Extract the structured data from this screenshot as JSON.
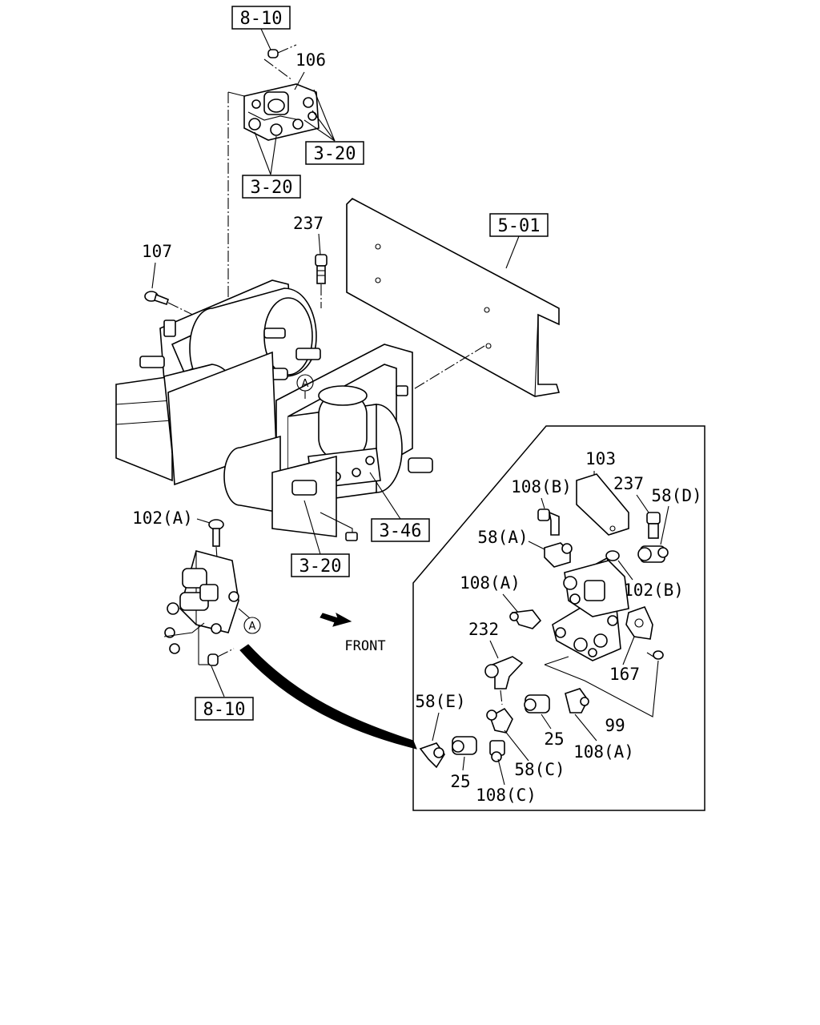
{
  "diagram": {
    "ref_boxes": {
      "top_8_10": "8-10",
      "valve_3_20_right": "3-20",
      "valve_3_20_left": "3-20",
      "frame_5_01": "5-01",
      "dryer_3_46": "3-46",
      "bracket_3_20": "3-20",
      "bottom_8_10": "8-10"
    },
    "callouts": {
      "p106": "106",
      "p237_main": "237",
      "p107": "107",
      "p102a": "102(A)",
      "circle_a_main": "A",
      "circle_a_valve": "A",
      "front": "FRONT"
    },
    "detail_callouts": {
      "p103": "103",
      "p108b": "108(B)",
      "p237": "237",
      "p58d": "58(D)",
      "p58a": "58(A)",
      "p102b": "102(B)",
      "p108a_upper": "108(A)",
      "p232": "232",
      "p167": "167",
      "p58e": "58(E)",
      "p99": "99",
      "p25_right": "25",
      "p108a_lower": "108(A)",
      "p58c": "58(C)",
      "p25_left": "25",
      "p108c": "108(C)"
    }
  }
}
